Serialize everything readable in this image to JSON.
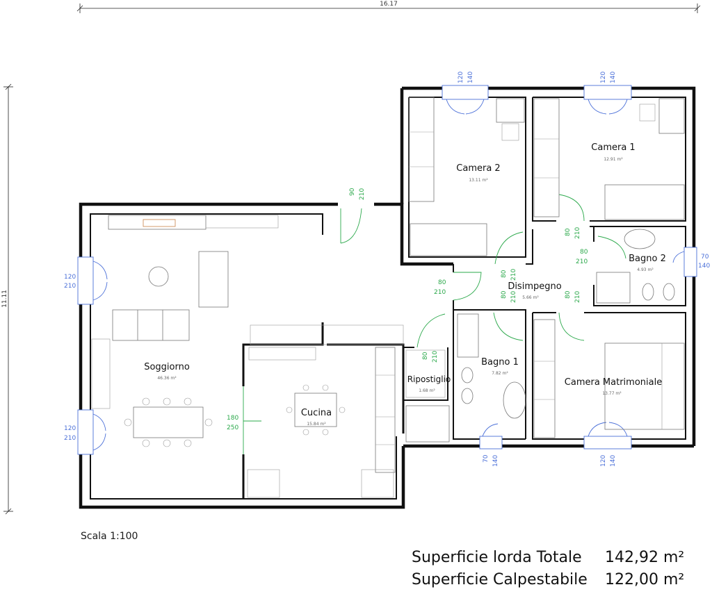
{
  "dimensions": {
    "width": "16.17",
    "height": "11.11"
  },
  "rooms": [
    {
      "name": "Camera 2",
      "area": "13.11 m²"
    },
    {
      "name": "Camera 1",
      "area": "12.91 m²"
    },
    {
      "name": "Soggiorno",
      "area": "46.36 m²"
    },
    {
      "name": "Cucina",
      "area": "15.84 m²"
    },
    {
      "name": "Ripostiglio",
      "area": "1.68 m²"
    },
    {
      "name": "Bagno 1",
      "area": "7.82 m²"
    },
    {
      "name": "Disimpegno",
      "area": "5.66 m²"
    },
    {
      "name": "Bagno 2",
      "area": "4.93 m²"
    },
    {
      "name": "Camera Matrimoniale",
      "area": "13.77 m²"
    }
  ],
  "openings": [
    {
      "w": "120",
      "h": "140",
      "kind": "window"
    },
    {
      "w": "120",
      "h": "140",
      "kind": "window"
    },
    {
      "w": "90",
      "h": "210",
      "kind": "door"
    },
    {
      "w": "120",
      "h": "210",
      "kind": "window"
    },
    {
      "w": "120",
      "h": "210",
      "kind": "window"
    },
    {
      "w": "80",
      "h": "210",
      "kind": "door"
    },
    {
      "w": "80",
      "h": "210",
      "kind": "door"
    },
    {
      "w": "80",
      "h": "210",
      "kind": "door"
    },
    {
      "w": "80",
      "h": "210",
      "kind": "door"
    },
    {
      "w": "80",
      "h": "210",
      "kind": "door"
    },
    {
      "w": "80",
      "h": "210",
      "kind": "door"
    },
    {
      "w": "70",
      "h": "140",
      "kind": "window"
    },
    {
      "w": "180",
      "h": "250",
      "kind": "door"
    },
    {
      "w": "70",
      "h": "140",
      "kind": "window"
    },
    {
      "w": "120",
      "h": "140",
      "kind": "window"
    },
    {
      "w": "80",
      "h": "210",
      "kind": "door"
    }
  ],
  "scale": "Scala 1:100",
  "summary": [
    {
      "label": "Superficie lorda Totale",
      "value": "142,92 m²"
    },
    {
      "label": "Superficie Calpestabile",
      "value": "122,00 m²"
    }
  ]
}
